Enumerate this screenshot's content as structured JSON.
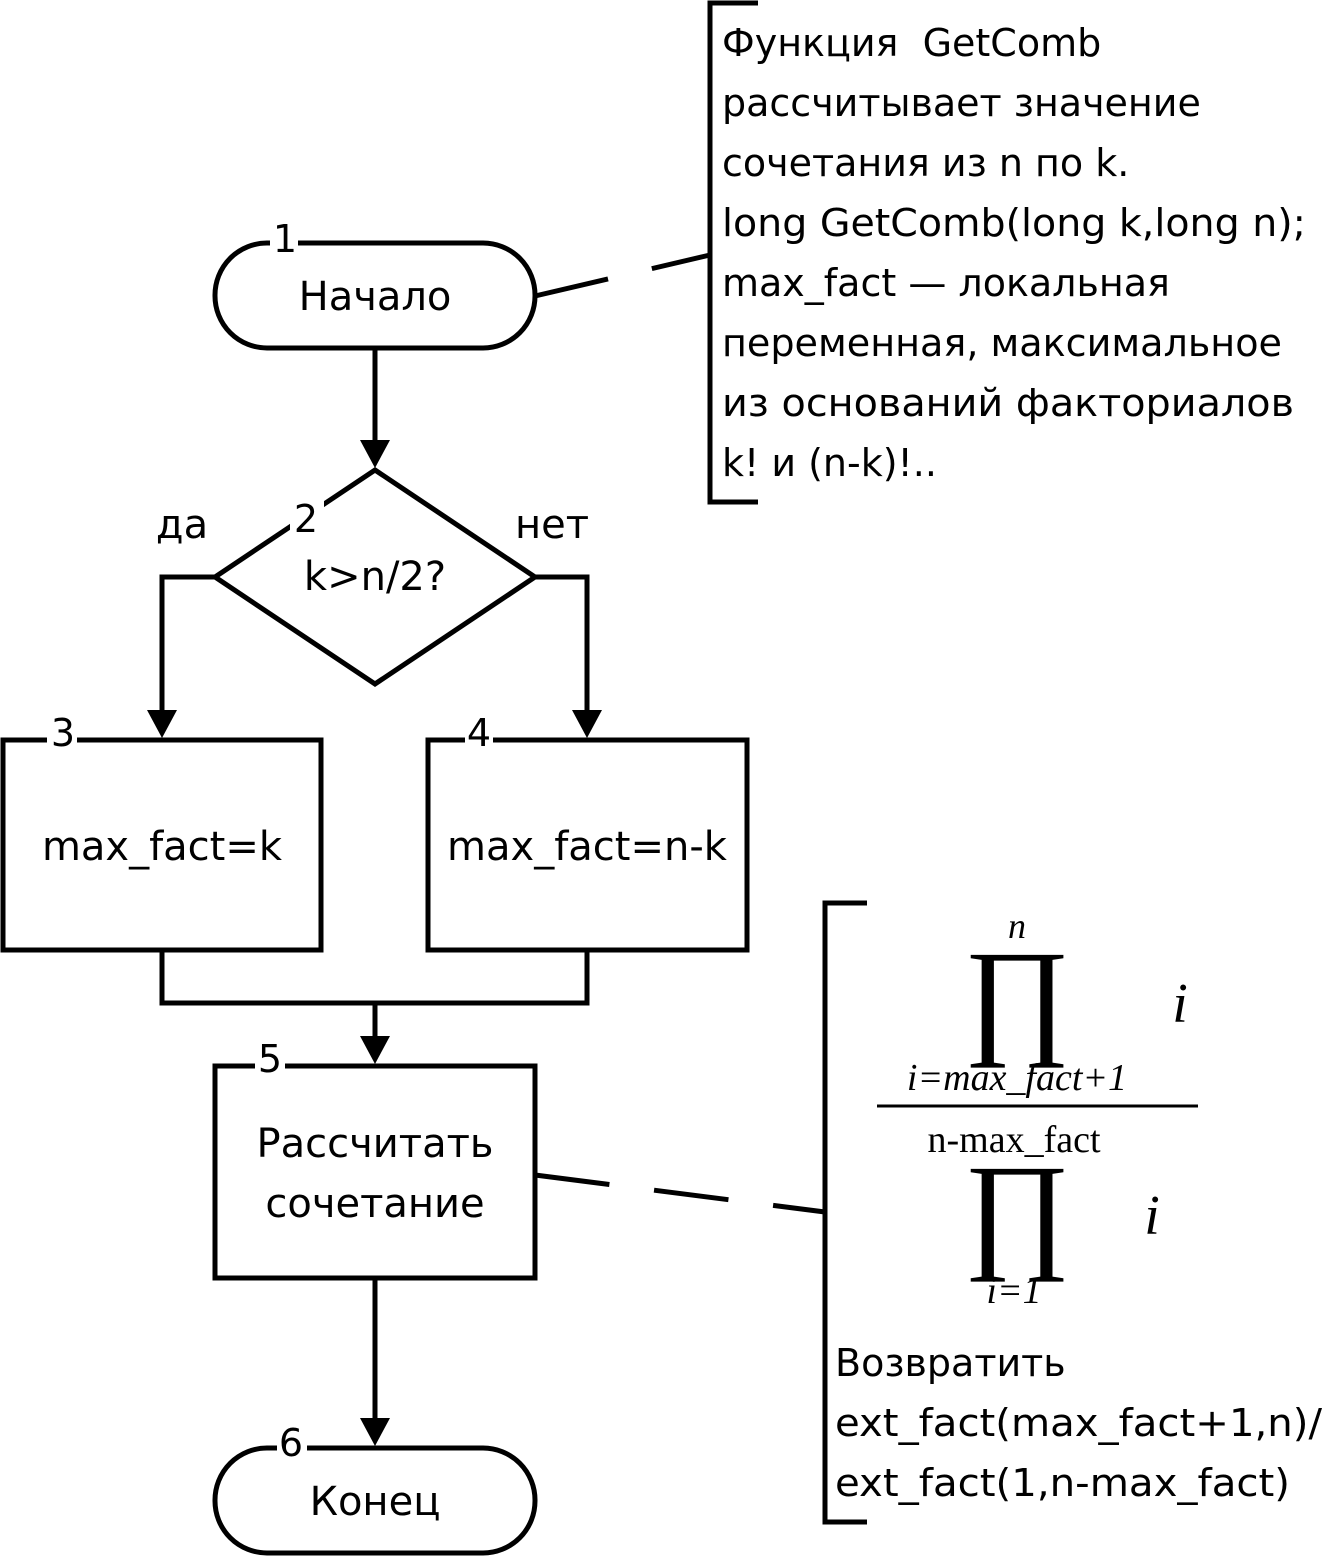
{
  "blocks": {
    "start": {
      "number": "1",
      "label": "Начало"
    },
    "decision": {
      "number": "2",
      "label": "k>n/2?",
      "yes": "да",
      "no": "нет"
    },
    "b3": {
      "number": "3",
      "label": "max_fact=k"
    },
    "b4": {
      "number": "4",
      "label": "max_fact=n-k"
    },
    "b5": {
      "number": "5",
      "line1": "Рассчитать",
      "line2": "сочетание"
    },
    "end": {
      "number": "6",
      "label": "Конец"
    }
  },
  "comment_top": {
    "lines": [
      "Функция  GetComb",
      "рассчитывает значение",
      "сочетания из n по k.",
      "long GetComb(long k,long n);",
      "max_fact — локальная",
      "переменная, максимальное",
      "из оснований факториалов",
      "k! и (n-k)!.."
    ]
  },
  "comment_bottom": {
    "formula": {
      "num_upper": "n",
      "num_lower": "i=max_fact+1",
      "num_var": "i",
      "den_upper": "n-max_fact",
      "den_lower": "i=1",
      "den_var": "i"
    },
    "lines": [
      "Возвратить",
      "ext_fact(max_fact+1,n)/",
      "ext_fact(1,n-max_fact)"
    ]
  }
}
